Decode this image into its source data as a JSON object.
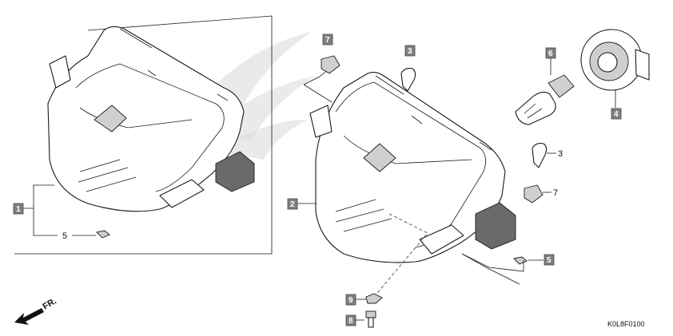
{
  "diagram": {
    "callouts": {
      "c1": "1",
      "c2": "2",
      "c3a": "3",
      "c3b": "3",
      "c4": "4",
      "c5a": "5",
      "c5b": "5",
      "c6": "6",
      "c7a": "7",
      "c7b": "7",
      "c8": "8",
      "c9": "9"
    },
    "front_label": "FR.",
    "diagram_code": "K0L8F0100"
  }
}
